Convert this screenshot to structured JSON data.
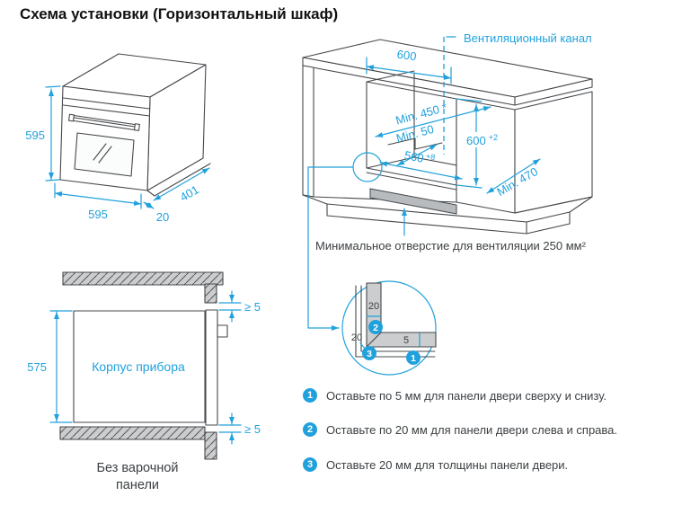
{
  "title": "Схема установки (Горизонтальный шкаф)",
  "colors": {
    "accent": "#21A1DC",
    "line": "#45484C",
    "text": "#3C4043",
    "panel": "#CBCDCE"
  },
  "oven": {
    "height": "595",
    "width": "595",
    "depth": "401",
    "door_offset": "20"
  },
  "cabinet": {
    "vent_channel": "Вентиляционный канал",
    "top_width": "600",
    "min_rear": "Min. 450 *",
    "min_gap": "Min. 50",
    "niche_height": "600",
    "niche_height_tol": "+2",
    "niche_width": "560",
    "niche_width_tol": "+8",
    "min_depth": "Min. 470",
    "vent_note": "Минимальное отверстие для вентиляции 250 мм²"
  },
  "section": {
    "body_height": "575",
    "body_label": "Корпус прибора",
    "gap_top": "≥ 5",
    "gap_bottom": "≥ 5",
    "caption_line1": "Без варочной",
    "caption_line2": "панели"
  },
  "detail": {
    "dim_vertical": "20",
    "dim_left": "20",
    "dim_horizontal": "5",
    "badge1": "1",
    "badge2": "2",
    "badge3": "3"
  },
  "notes": [
    {
      "num": "1",
      "text": "Оставьте по 5 мм для панели двери сверху и снизу."
    },
    {
      "num": "2",
      "text": "Оставьте по 20 мм для панели двери слева и справа."
    },
    {
      "num": "3",
      "text": "Оставьте 20 мм для толщины панели двери."
    }
  ]
}
